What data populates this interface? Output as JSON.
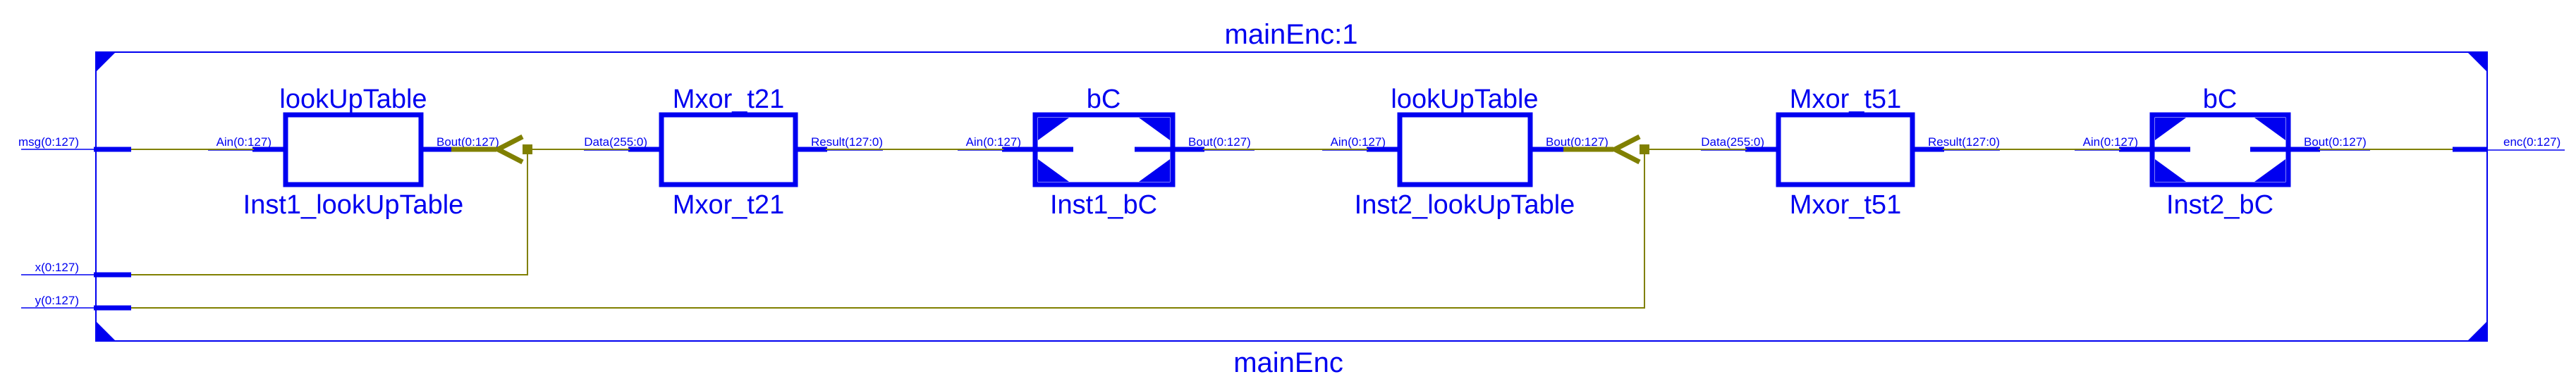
{
  "diagram": {
    "title_top": "mainEnc:1",
    "title_bottom": "mainEnc",
    "colors": {
      "component_blue": "#0000f0",
      "net_olive": "#808000",
      "background": "#ffffff"
    },
    "inputs": [
      {
        "id": "msg",
        "label": "msg(0:127)"
      },
      {
        "id": "x",
        "label": "x(0:127)"
      },
      {
        "id": "y",
        "label": "y(0:127)"
      }
    ],
    "outputs": [
      {
        "id": "enc",
        "label": "enc(0:127)"
      }
    ],
    "blocks": [
      {
        "title": "lookUpTable",
        "instance": "Inst1_lookUpTable",
        "port_in": "Ain(0:127)",
        "port_out": "Bout(0:127)"
      },
      {
        "title": "Mxor_t21",
        "instance": "Mxor_t21",
        "port_in": "Data(255:0)",
        "port_out": "Result(127:0)"
      },
      {
        "title": "bC",
        "instance": "Inst1_bC",
        "port_in": "Ain(0:127)",
        "port_out": "Bout(0:127)"
      },
      {
        "title": "lookUpTable",
        "instance": "Inst2_lookUpTable",
        "port_in": "Ain(0:127)",
        "port_out": "Bout(0:127)"
      },
      {
        "title": "Mxor_t51",
        "instance": "Mxor_t51",
        "port_in": "Data(255:0)",
        "port_out": "Result(127:0)"
      },
      {
        "title": "bC",
        "instance": "Inst2_bC",
        "port_in": "Ain(0:127)",
        "port_out": "Bout(0:127)"
      }
    ]
  }
}
